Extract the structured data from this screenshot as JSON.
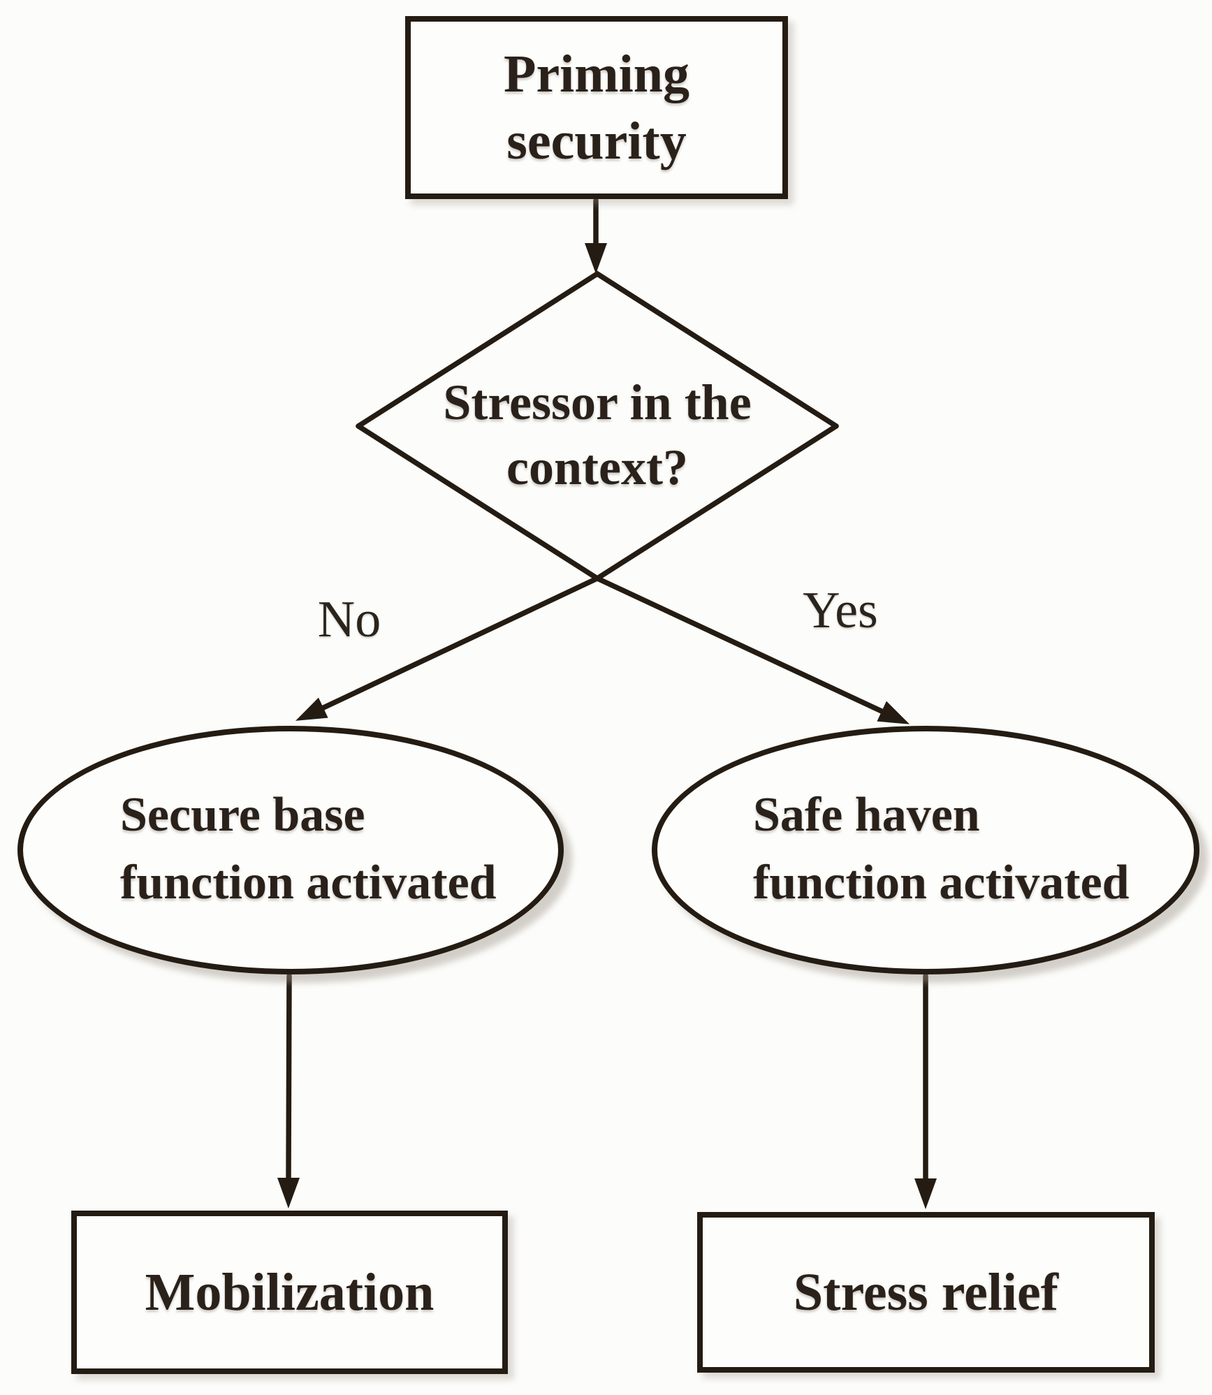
{
  "figure": {
    "type": "flowchart",
    "background": "#fcfcfa",
    "ink_color": "#241c13",
    "nodes": {
      "priming_box": {
        "shape": "rectangle",
        "label": "Priming\nsecurity"
      },
      "stressor_diamond": {
        "shape": "diamond",
        "label": "Stressor in the\ncontext?"
      },
      "secure_base_ellipse": {
        "shape": "ellipse",
        "label": "Secure base\nfunction activated"
      },
      "safe_haven_ellipse": {
        "shape": "ellipse",
        "label": "Safe haven\nfunction activated"
      },
      "mobilization_box": {
        "shape": "rectangle",
        "label": "Mobilization"
      },
      "stress_relief_box": {
        "shape": "rectangle",
        "label": "Stress relief"
      }
    },
    "edges": {
      "no_label": "No",
      "yes_label": "Yes"
    }
  }
}
